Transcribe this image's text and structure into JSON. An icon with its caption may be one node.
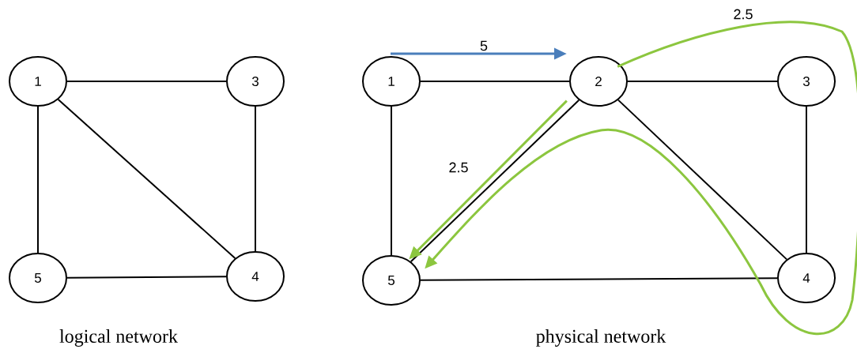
{
  "diagram": {
    "nodes": [
      {
        "text": [
          "1"
        ]
      },
      {
        "text": [
          "3"
        ]
      },
      {
        "text": [
          "5"
        ]
      },
      {
        "text": [
          "4"
        ]
      },
      {
        "text": [
          "1"
        ]
      },
      {
        "text": [
          "2"
        ]
      },
      {
        "text": [
          "3"
        ]
      },
      {
        "text": [
          "5"
        ]
      },
      {
        "text": [
          "4"
        ]
      }
    ],
    "edges": [
      {
        "from": 0,
        "to": 1,
        "arrow": "none"
      },
      {
        "from": 0,
        "to": 2,
        "arrow": "none"
      },
      {
        "from": 0,
        "to": 3,
        "arrow": "none"
      },
      {
        "from": 1,
        "to": 3,
        "arrow": "none"
      },
      {
        "from": 2,
        "to": 3,
        "arrow": "none"
      },
      {
        "from": 4,
        "to": 5,
        "arrow": "none"
      },
      {
        "from": 5,
        "to": 6,
        "arrow": "none"
      },
      {
        "from": 4,
        "to": 7,
        "arrow": "none"
      },
      {
        "from": 5,
        "to": 7,
        "arrow": "none"
      },
      {
        "from": 5,
        "to": 8,
        "arrow": "none"
      },
      {
        "from": 6,
        "to": 8,
        "arrow": "none"
      },
      {
        "from": 7,
        "to": 8,
        "arrow": "none"
      },
      {
        "from": 4,
        "to": 5,
        "arrow": "to",
        "label": "5",
        "color": "#4a7ebb"
      },
      {
        "from": 5,
        "to": 7,
        "arrow": "to",
        "label": "2.5",
        "color": "#8cc63f"
      },
      {
        "from": 5,
        "to": 7,
        "arrow": "to",
        "label": "2.5",
        "color": "#8cc63f"
      }
    ],
    "labels": [
      "logical network",
      "physical network"
    ]
  }
}
